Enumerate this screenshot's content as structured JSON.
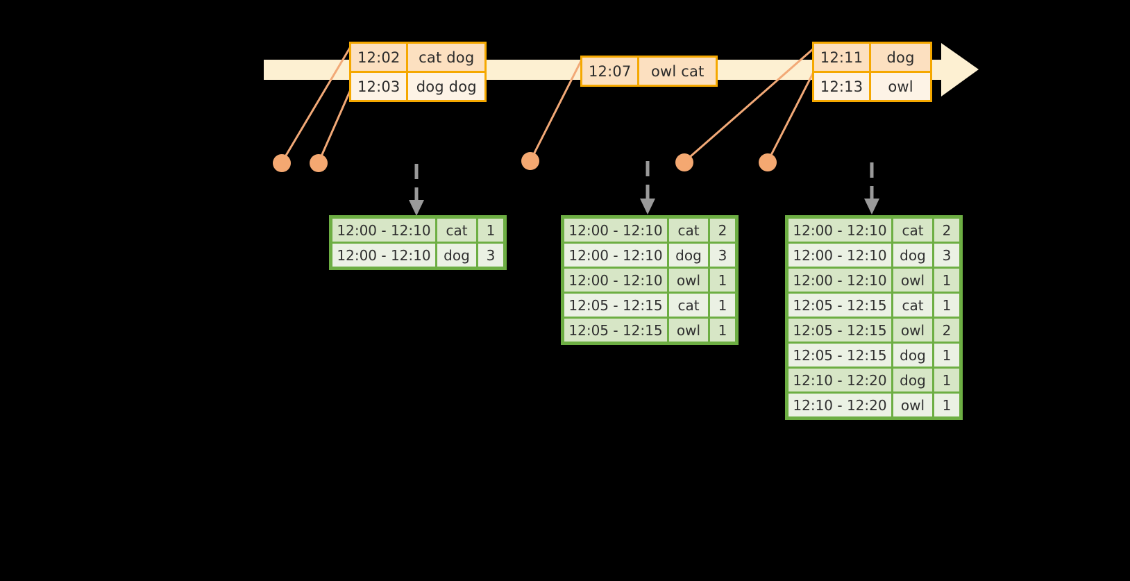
{
  "diagram": {
    "title": "windowed-aggregation-timeline",
    "colors": {
      "background": "#000000",
      "timeline_bar": "#FDF0D2",
      "event_border": "#F5A800",
      "event_shade": "#FCE0C0",
      "event_plain": "#FDF3E6",
      "table_border": "#6DAE43",
      "table_shade": "#D7E6C6",
      "table_plain": "#EBF1E4",
      "connector": "#F2A977",
      "marker_dot": "#F4A871",
      "arrow": "#9A9A9A"
    }
  },
  "timeline": {
    "name": "event-stream-timeline",
    "arrow_direction": "right",
    "events": [
      {
        "group": "event-group-1",
        "rows": [
          {
            "time": "12:02",
            "value": "cat dog"
          },
          {
            "time": "12:03",
            "value": "dog dog"
          }
        ]
      },
      {
        "group": "event-group-2",
        "rows": [
          {
            "time": "12:07",
            "value": "owl cat"
          }
        ]
      },
      {
        "group": "event-group-3",
        "rows": [
          {
            "time": "12:11",
            "value": "dog"
          },
          {
            "time": "12:13",
            "value": "owl"
          }
        ]
      }
    ]
  },
  "markers": {
    "name": "event-time-markers",
    "dots": [
      {
        "label": "marker-12-02"
      },
      {
        "label": "marker-12-03"
      },
      {
        "label": "marker-12-07"
      },
      {
        "label": "marker-12-11"
      },
      {
        "label": "marker-12-13"
      }
    ]
  },
  "results": {
    "name": "windowed-aggregate-results",
    "tables": [
      {
        "name": "result-table-1",
        "rows": [
          {
            "window": "12:00 - 12:10",
            "key": "cat",
            "count": "1"
          },
          {
            "window": "12:00 - 12:10",
            "key": "dog",
            "count": "3"
          }
        ]
      },
      {
        "name": "result-table-2",
        "rows": [
          {
            "window": "12:00 - 12:10",
            "key": "cat",
            "count": "2"
          },
          {
            "window": "12:00 - 12:10",
            "key": "dog",
            "count": "3"
          },
          {
            "window": "12:00 - 12:10",
            "key": "owl",
            "count": "1"
          },
          {
            "window": "12:05 - 12:15",
            "key": "cat",
            "count": "1"
          },
          {
            "window": "12:05 - 12:15",
            "key": "owl",
            "count": "1"
          }
        ]
      },
      {
        "name": "result-table-3",
        "rows": [
          {
            "window": "12:00 - 12:10",
            "key": "cat",
            "count": "2"
          },
          {
            "window": "12:00 - 12:10",
            "key": "dog",
            "count": "3"
          },
          {
            "window": "12:00 - 12:10",
            "key": "owl",
            "count": "1"
          },
          {
            "window": "12:05 - 12:15",
            "key": "cat",
            "count": "1"
          },
          {
            "window": "12:05 - 12:15",
            "key": "owl",
            "count": "2"
          },
          {
            "window": "12:05 - 12:15",
            "key": "dog",
            "count": "1"
          },
          {
            "window": "12:10 - 12:20",
            "key": "dog",
            "count": "1"
          },
          {
            "window": "12:10 - 12:20",
            "key": "owl",
            "count": "1"
          }
        ]
      }
    ]
  }
}
